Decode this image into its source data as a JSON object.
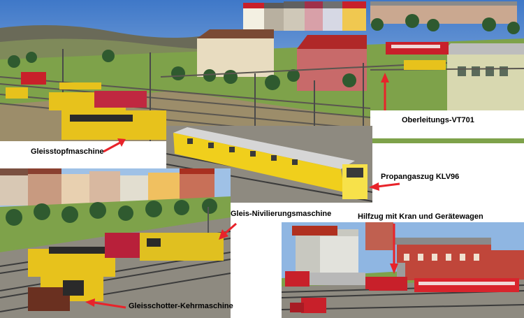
{
  "labels": {
    "oberleitung": "Oberleitungs-VT701",
    "gleisstopf": "Gleisstopfmaschine",
    "propangas": "Propangaszug KLV96",
    "nivellier": "Gleis-Nivilierungsmaschine",
    "hilfzug": "Hilfzug mit Kran und Gerätewagen",
    "kehrmaschine": "Gleisschotter-Kehrmaschine"
  },
  "colors": {
    "arrow": "#e8232a",
    "sky": "#6f9fd8",
    "grass": "#7ea24a",
    "ballast": "#8e8a80",
    "rail": "#3b3b3b",
    "yellow_car": "#e7c21c",
    "red_car": "#c8202a"
  }
}
